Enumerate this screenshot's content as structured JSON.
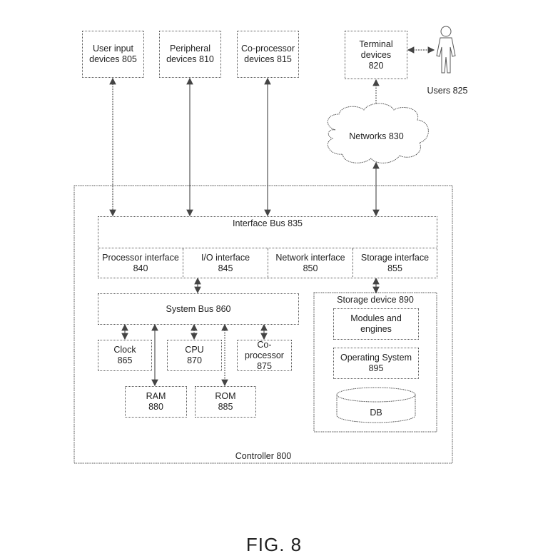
{
  "figure_label": "FIG. 8",
  "external": {
    "user_input": {
      "line1": "User input",
      "line2": "devices 805"
    },
    "peripheral": {
      "line1": "Peripheral",
      "line2": "devices 810"
    },
    "coprocessor_devices": {
      "line1": "Co-processor",
      "line2": "devices 815"
    },
    "terminal": {
      "line1": "Terminal",
      "line2": "devices",
      "line3": "820"
    },
    "users": {
      "label": "Users 825"
    },
    "networks": {
      "label": "Networks 830"
    }
  },
  "controller": {
    "label": "Controller 800",
    "interface_bus": {
      "label": "Interface Bus 835",
      "interfaces": [
        {
          "line1": "Processor interface",
          "line2": "840"
        },
        {
          "line1": "I/O interface",
          "line2": "845"
        },
        {
          "line1": "Network interface",
          "line2": "850"
        },
        {
          "line1": "Storage interface",
          "line2": "855"
        }
      ]
    },
    "system_bus": {
      "label": "System Bus 860"
    },
    "clock": {
      "line1": "Clock",
      "line2": "865"
    },
    "cpu": {
      "line1": "CPU",
      "line2": "870"
    },
    "coprocessor": {
      "line1": "Co-",
      "line2": "processor",
      "line3": "875"
    },
    "ram": {
      "line1": "RAM",
      "line2": "880"
    },
    "rom": {
      "line1": "ROM",
      "line2": "885"
    },
    "storage_device": {
      "label": "Storage device 890",
      "modules": {
        "line1": "Modules and",
        "line2": "engines"
      },
      "os": {
        "line1": "Operating System",
        "line2": "895"
      },
      "db": {
        "label": "DB"
      }
    }
  }
}
